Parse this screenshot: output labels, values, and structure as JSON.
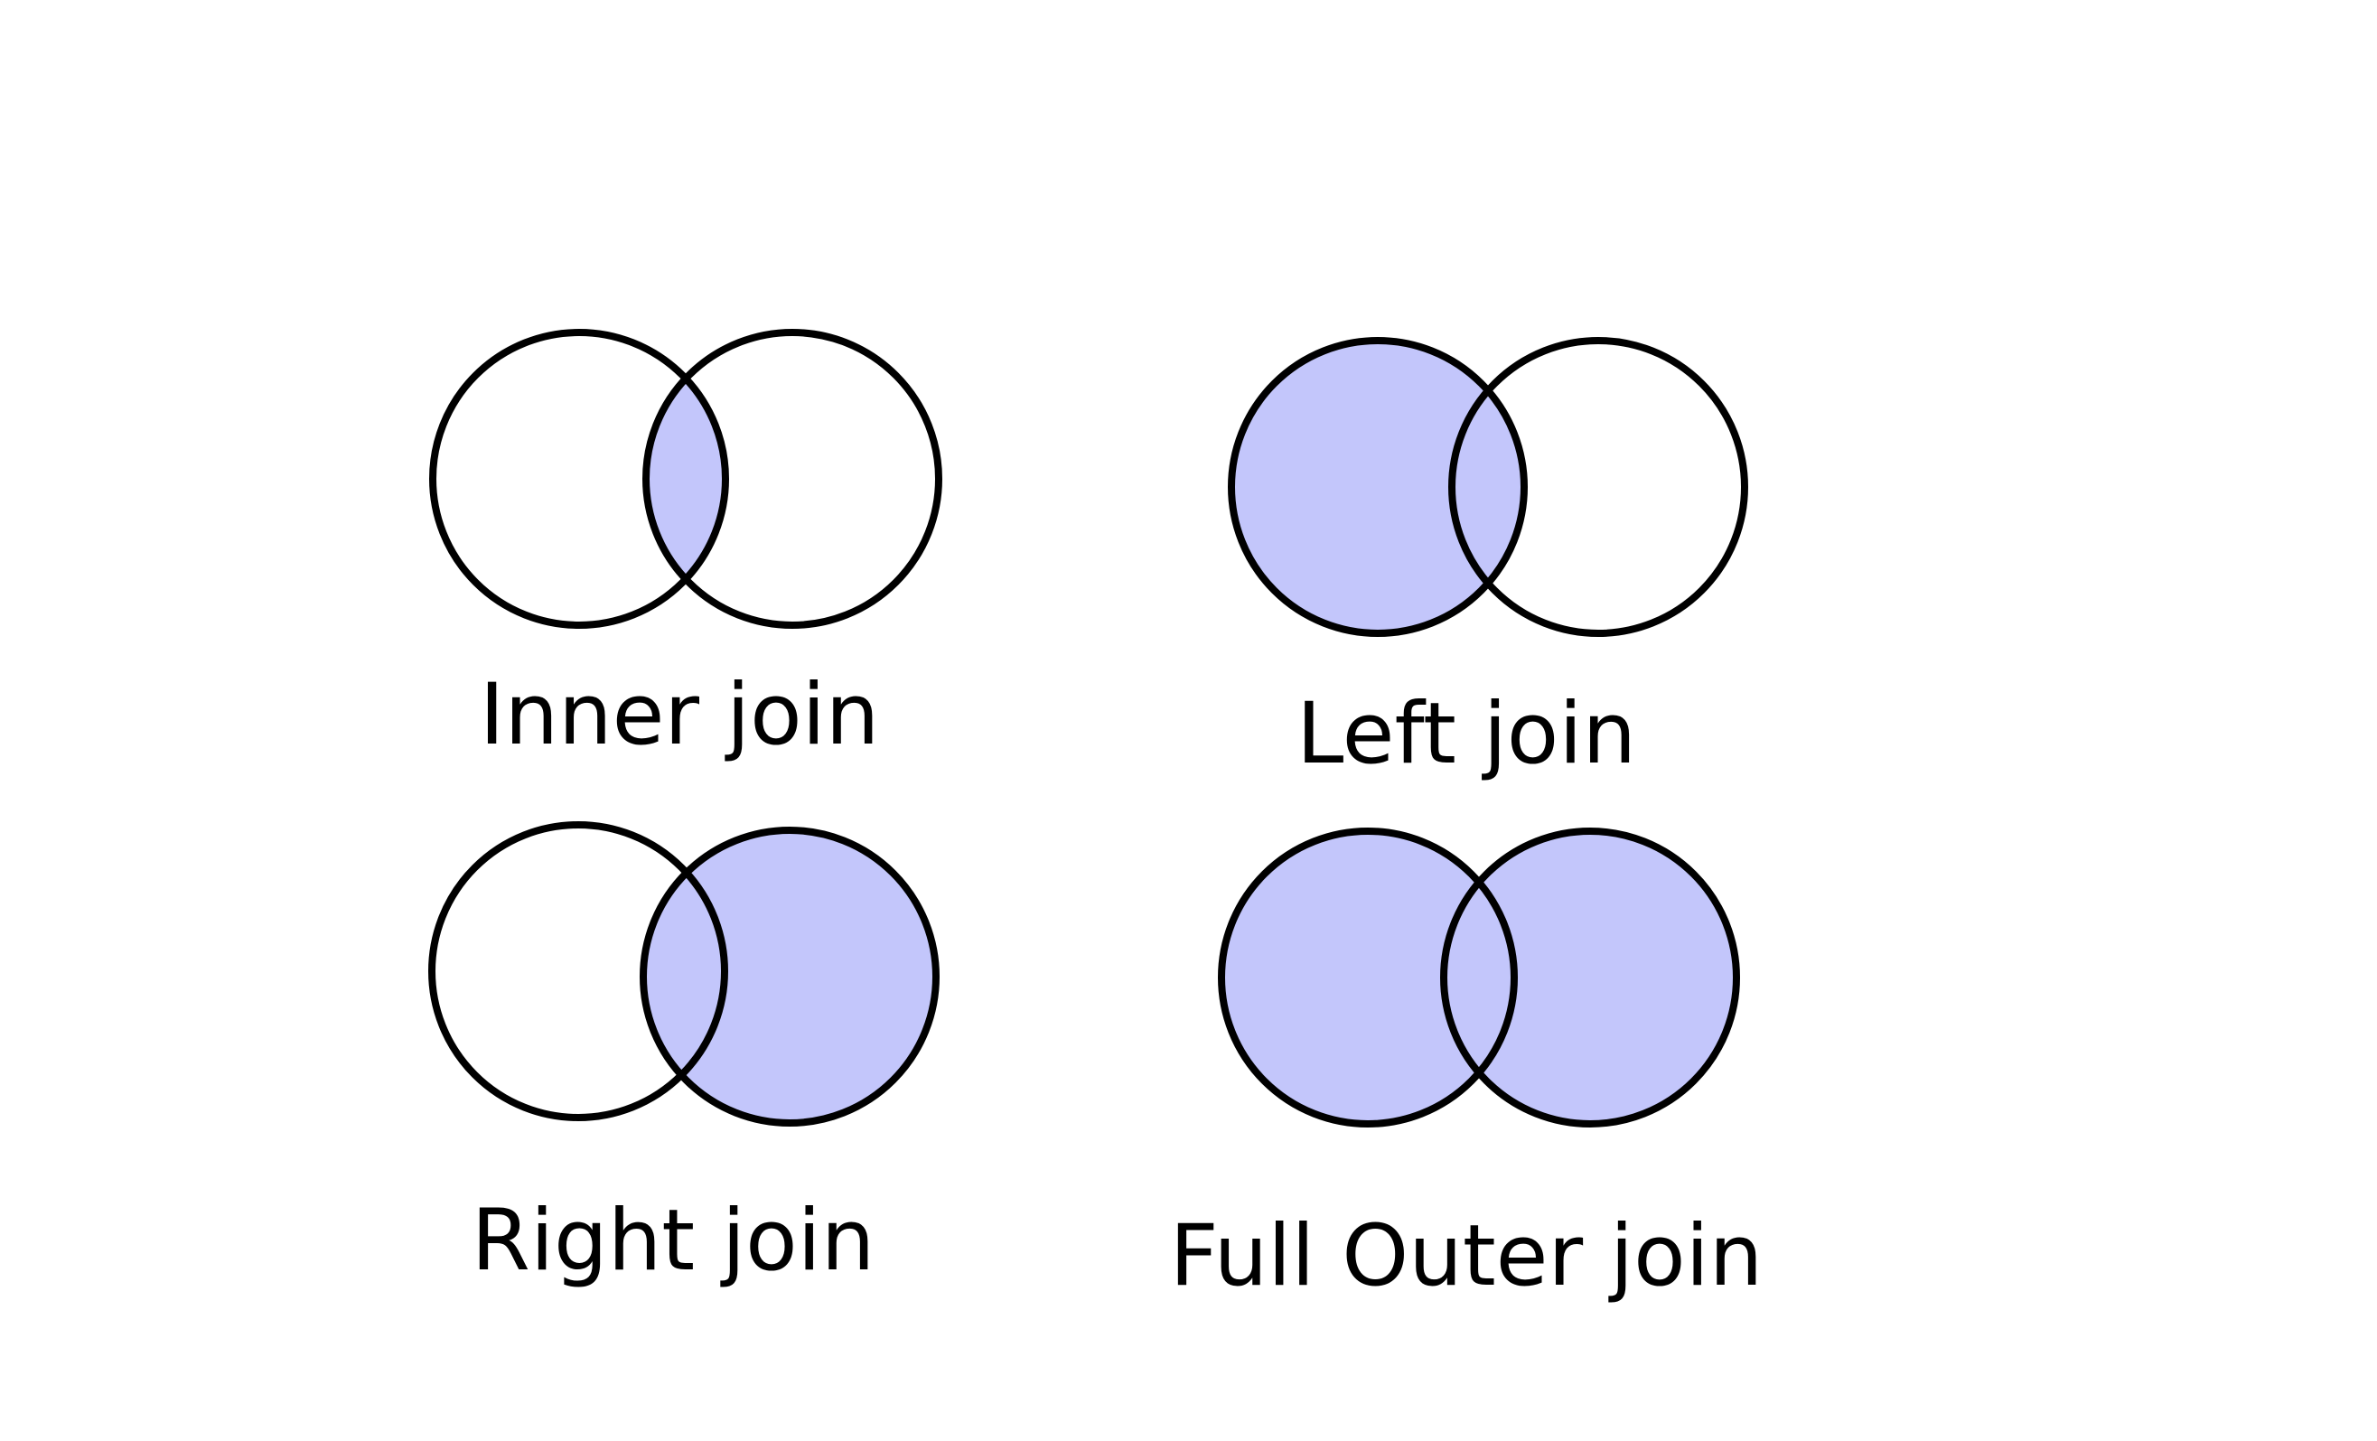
{
  "colors": {
    "fill": "#c3c6fb",
    "stroke": "#000000",
    "background": "#ffffff"
  },
  "panels": [
    {
      "label": "Inner join",
      "shaded": "intersection"
    },
    {
      "label": "Left join",
      "shaded": "left"
    },
    {
      "label": "Right join",
      "shaded": "right"
    },
    {
      "label": "Full Outer join",
      "shaded": "both"
    }
  ]
}
